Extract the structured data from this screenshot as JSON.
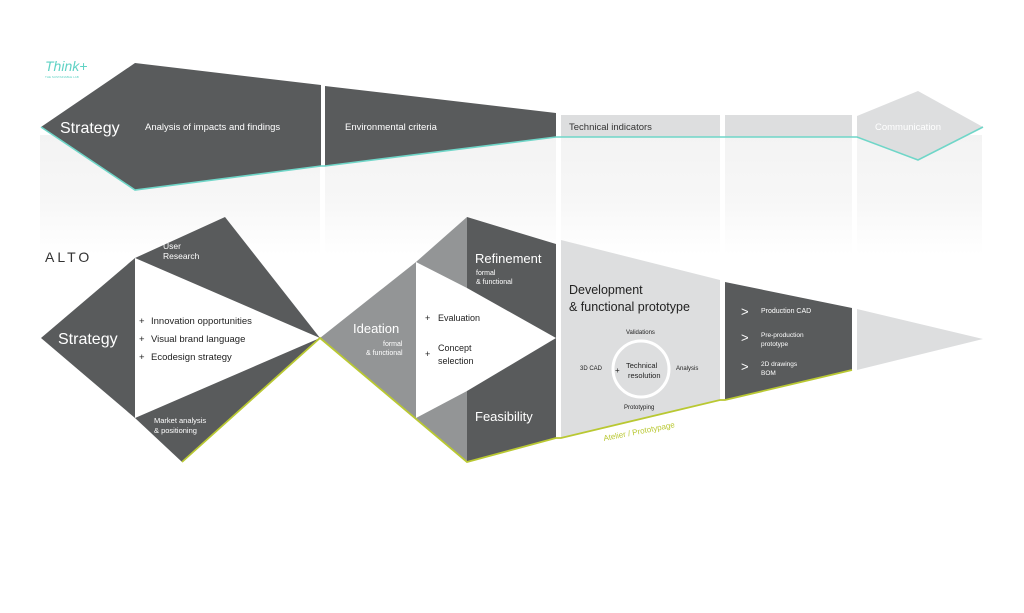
{
  "logos": {
    "think": "Think+",
    "think_tagline": "THE SUSTAINABLE LAB",
    "alto": "ALTO"
  },
  "top_track": {
    "strategy": "Strategy",
    "analysis": "Analysis of impacts and findings",
    "environmental": "Environmental criteria",
    "technical": "Technical indicators",
    "communication": "Communication"
  },
  "bottom_track": {
    "strategy": {
      "title": "Strategy",
      "user_research": [
        "User",
        "Research"
      ],
      "items": [
        "Innovation opportunities",
        "Visual brand language",
        "Ecodesign strategy"
      ],
      "market": [
        "Market analysis",
        "& positioning"
      ]
    },
    "ideation": {
      "title": "Ideation",
      "sub": [
        "formal",
        "& functional"
      ],
      "items": [
        "Evaluation",
        "Concept",
        "selection"
      ]
    },
    "refinement": {
      "title": "Refinement",
      "sub": [
        "formal",
        "& functional"
      ]
    },
    "feasibility": {
      "title": "Feasibility"
    },
    "development": {
      "title": [
        "Development",
        "& functional prototype"
      ],
      "center": [
        "Technical",
        "resolution"
      ],
      "validations": "Validations",
      "analysis": "Analysis",
      "prototyping": "Prototyping",
      "cad3d": "3D CAD"
    },
    "production": {
      "items": [
        "Production CAD",
        "Pre-production",
        "prototype",
        "2D drawings",
        "BOM"
      ]
    },
    "atelier": "Atelier / Prototypage"
  },
  "colors": {
    "dark": "#595b5c",
    "mid": "#939596",
    "light": "#dddedf",
    "teal": "#6fd6c8",
    "lime": "#b9c832",
    "fade": "#f5f5f5"
  }
}
